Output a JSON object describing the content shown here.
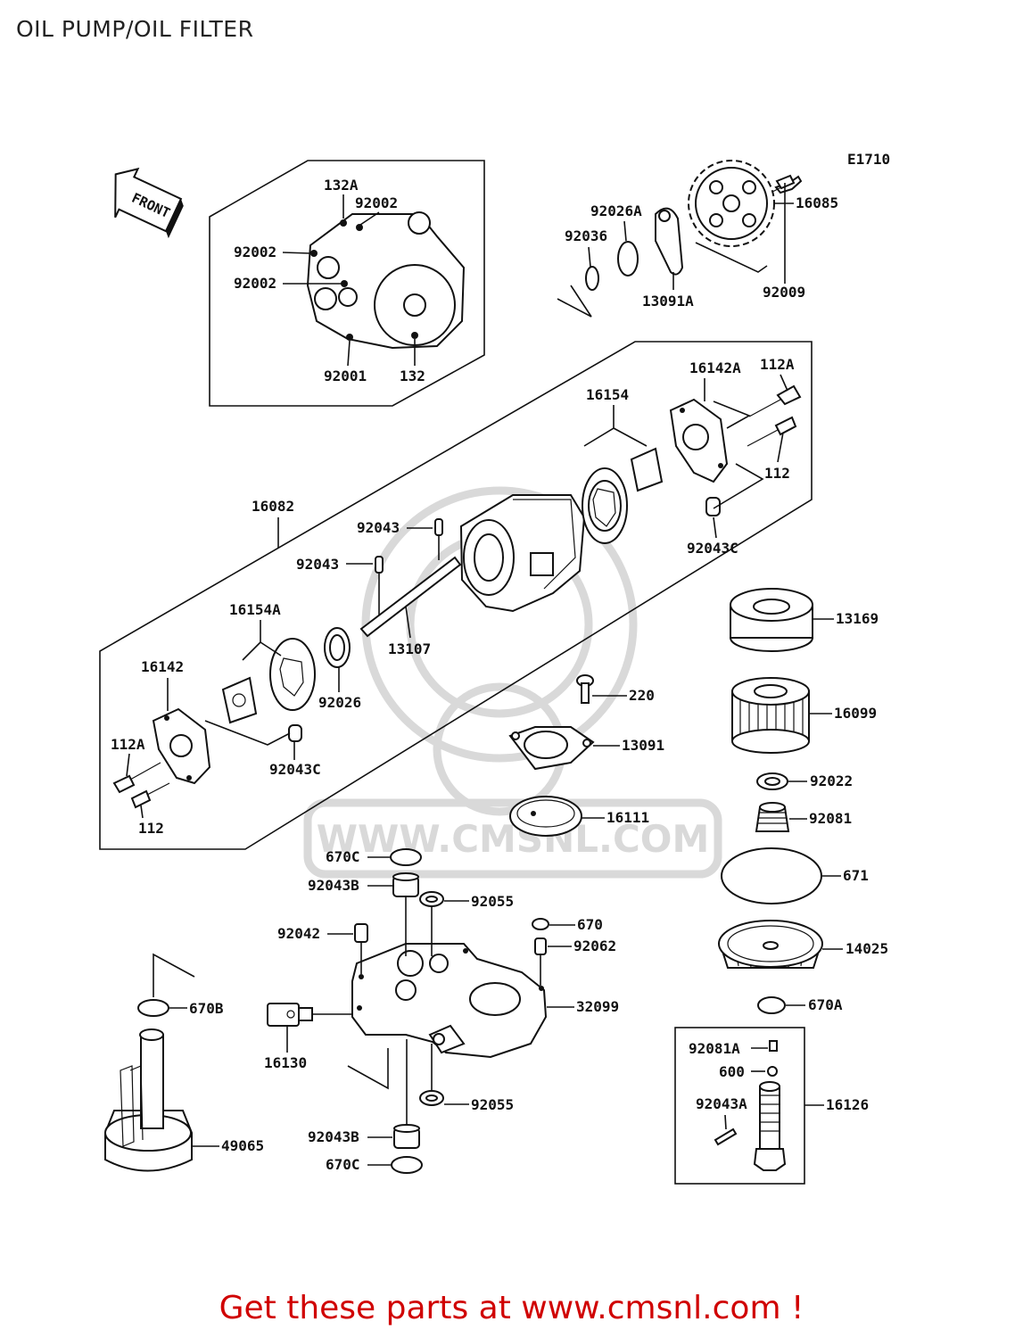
{
  "page": {
    "title": "OIL PUMP/OIL FILTER"
  },
  "diagram": {
    "code": "E1710",
    "front_marker": "FRONT",
    "watermark": "WWW.CMSNL.COM",
    "labels": {
      "l132A": "132A",
      "l92002a": "92002",
      "l92002b": "92002",
      "l92002c": "92002",
      "l92001": "92001",
      "l132": "132",
      "l92026A": "92026A",
      "l92036": "92036",
      "l16085": "16085",
      "l92009": "92009",
      "l13091A": "13091A",
      "l16142A": "16142A",
      "l112Atop": "112A",
      "l16154": "16154",
      "l112top": "112",
      "l16082": "16082",
      "l92043a": "92043",
      "l92043b": "92043",
      "l92043Ctop": "92043C",
      "l16154A": "16154A",
      "l13107": "13107",
      "l16142": "16142",
      "l92026": "92026",
      "l112Abot": "112A",
      "l92043Cbot": "92043C",
      "l112bot": "112",
      "l13169": "13169",
      "l220": "220",
      "l16099": "16099",
      "l13091": "13091",
      "l92022": "92022",
      "l16111": "16111",
      "l92081": "92081",
      "l670Ctop": "670C",
      "l671": "671",
      "l92043Btop": "92043B",
      "l92055top": "92055",
      "l670": "670",
      "l92042": "92042",
      "l92062": "92062",
      "l14025": "14025",
      "l670B": "670B",
      "l32099": "32099",
      "l670A": "670A",
      "l16130": "16130",
      "l92081A": "92081A",
      "l600": "600",
      "l92043A": "92043A",
      "l16126": "16126",
      "l92055bot": "92055",
      "l49065": "49065",
      "l92043Bbot": "92043B",
      "l670Cbot": "670C"
    }
  },
  "cta": "Get these parts at www.cmsnl.com !"
}
